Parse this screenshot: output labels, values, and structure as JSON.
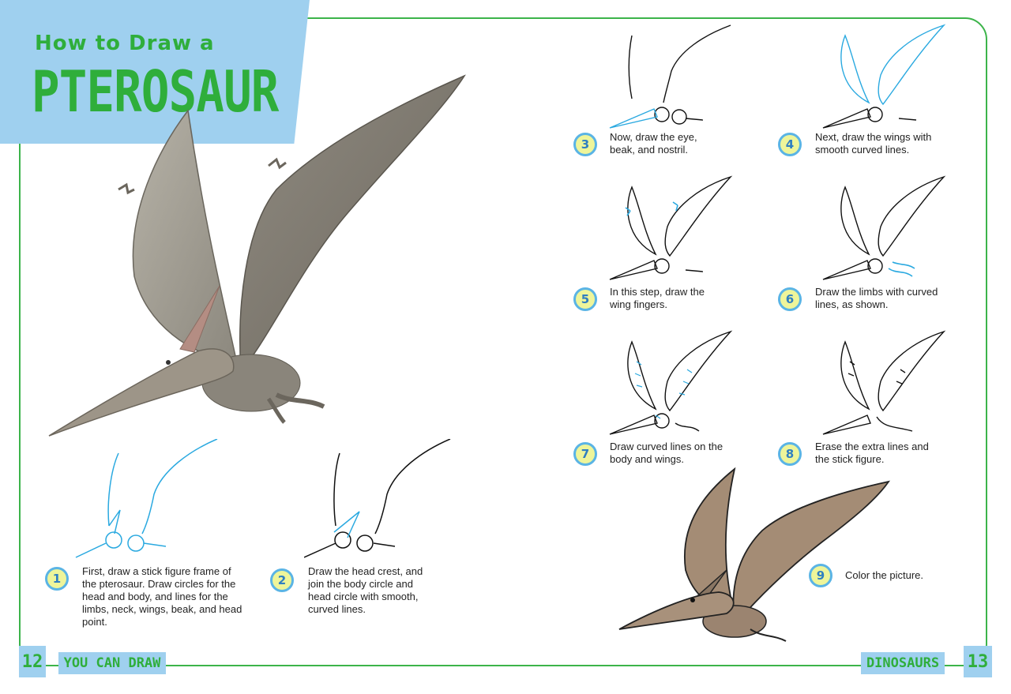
{
  "header": {
    "title_small": "How to Draw a",
    "title_big": "PTEROSAUR"
  },
  "steps": [
    {
      "num": "1",
      "text": "First, draw a stick figure frame of the pterosaur. Draw circles for the head and body, and lines for the limbs, neck, wings, beak, and head point."
    },
    {
      "num": "2",
      "text": "Draw the head crest, and join the body circle and head circle with smooth, curved lines."
    },
    {
      "num": "3",
      "text": "Now, draw the eye, beak, and nostril."
    },
    {
      "num": "4",
      "text": "Next, draw the wings with smooth curved lines."
    },
    {
      "num": "5",
      "text": "In this step, draw the wing fingers."
    },
    {
      "num": "6",
      "text": "Draw the limbs with curved lines, as shown."
    },
    {
      "num": "7",
      "text": "Draw curved lines on the body and wings."
    },
    {
      "num": "8",
      "text": "Erase the extra lines and the stick figure."
    },
    {
      "num": "9",
      "text": "Color the picture."
    }
  ],
  "footer": {
    "left_page": "12",
    "left_label": "YOU CAN DRAW",
    "right_label": "DINOSAURS",
    "right_page": "13"
  },
  "colors": {
    "accent_green": "#3cb44a",
    "panel_blue": "#9fd0ef",
    "guide_blue": "#2aa9e0",
    "badge_fill": "#eef59a"
  }
}
